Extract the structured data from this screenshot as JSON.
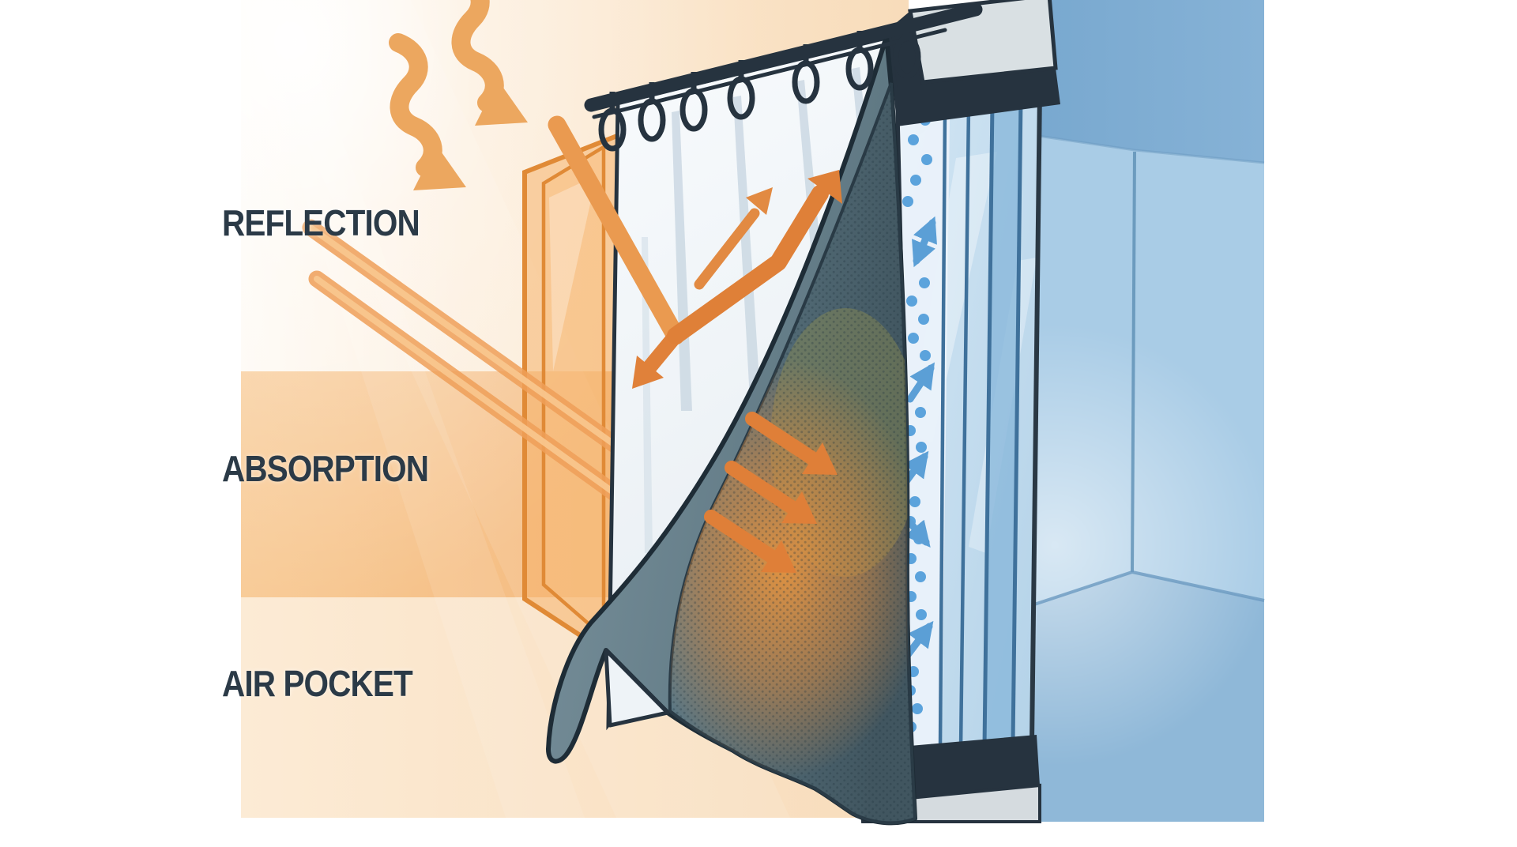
{
  "title": "Thermal curtain heat flow diagram",
  "labels": {
    "reflection": "REFLECTION",
    "absorption": "ABSORPTION",
    "air_pocket": "AIR POCKET"
  },
  "colors": {
    "label_text": "#2b3a47",
    "sun_ray_orange": "#eca75f",
    "arrow_orange": "#e0813a",
    "absorption_band": "#f6c28b",
    "air_pocket_band": "#fbe7cd",
    "cream_backdrop": "#fdf2e3",
    "curtain_white": "#f4f7fa",
    "curtain_slate": "#5b747f",
    "air_dots_blue": "#5ba3dc",
    "convection_arrow_blue": "#5b9fd6",
    "glass_blue": "#c5def0",
    "wall_blue_dark": "#7fafd3",
    "wall_blue_light": "#a9cce6",
    "outline_dark": "#26333f"
  },
  "icons": [
    "sun-rays-icon",
    "reflection-arrows-icon",
    "absorption-arrows-icon",
    "convection-arrows-icon",
    "curtain-rings-icon"
  ]
}
